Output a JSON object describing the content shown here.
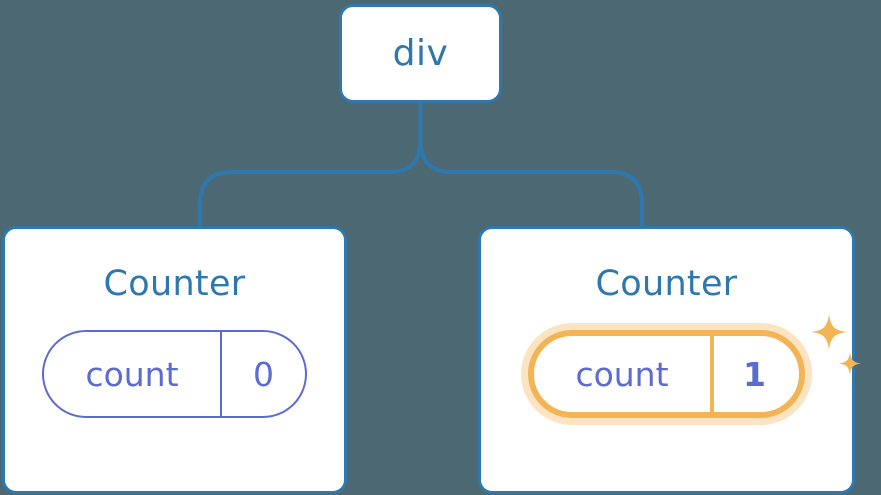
{
  "diagram": {
    "type": "component-tree",
    "background_color": "#4c6873",
    "edge_color": "#2e78ad",
    "node_border_color": "#2e78ad",
    "node_fill_color": "#ffffff",
    "state_color": "#5c6bd0",
    "highlight_color": "#f3b455",
    "highlight_glow_color": "#fbdfae",
    "root": {
      "label": "div"
    },
    "children": [
      {
        "title": "Counter",
        "state": {
          "key": "count",
          "value": "0",
          "highlighted": false,
          "value_bold": false
        }
      },
      {
        "title": "Counter",
        "state": {
          "key": "count",
          "value": "1",
          "highlighted": true,
          "value_bold": true
        },
        "sparkle_icons": [
          "sparkle-large",
          "sparkle-small"
        ]
      }
    ]
  }
}
